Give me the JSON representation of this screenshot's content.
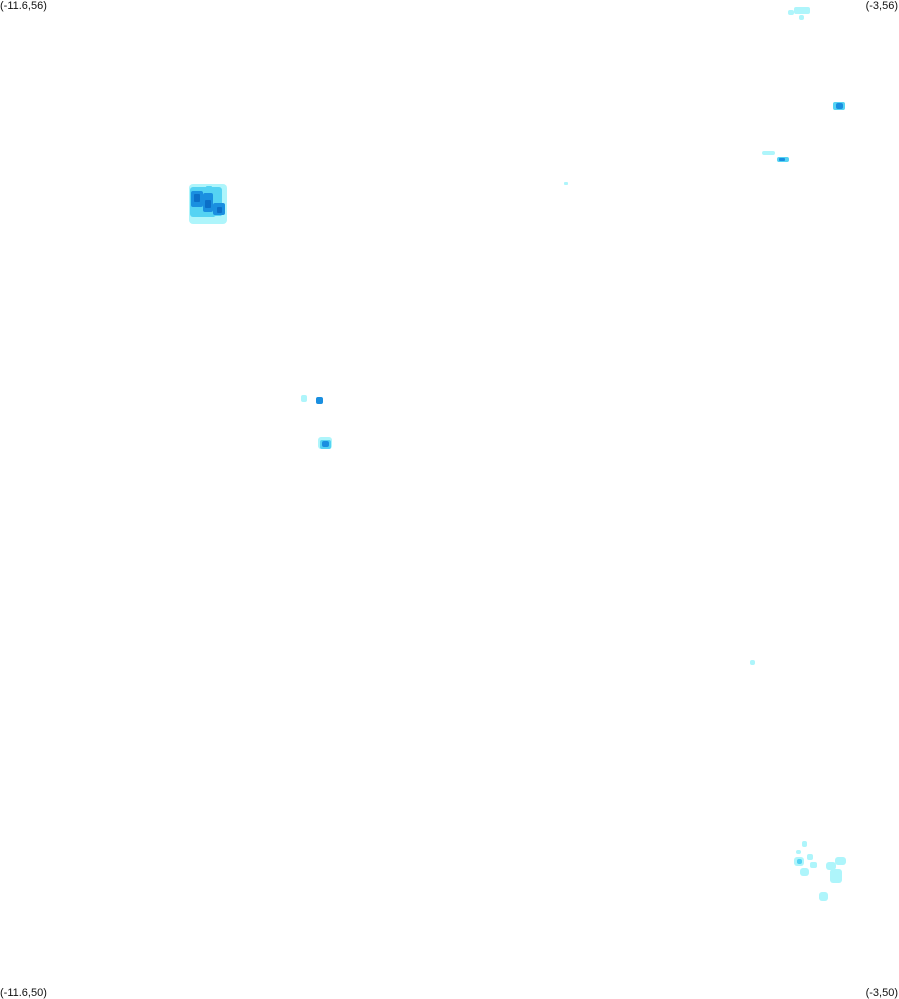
{
  "map": {
    "corners": {
      "top_left": "(-11.6,56)",
      "top_right": "(-3,56)",
      "bottom_left": "(-11.6,50)",
      "bottom_right": "(-3,50)"
    },
    "colors": {
      "background": "#ffffff",
      "intensity_low": "#aef5fb",
      "intensity_mid": "#55d3f3",
      "intensity_high": "#1a8fe0",
      "intensity_max": "#0b6fc8"
    }
  }
}
